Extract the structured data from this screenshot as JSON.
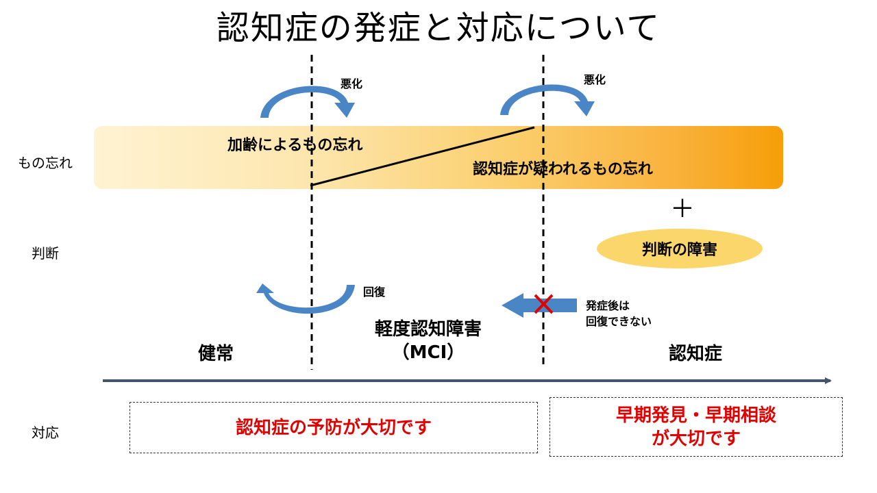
{
  "title": "認知症の発症と対応について",
  "row_labels": {
    "memory": "もの忘れ",
    "judgment": "判断",
    "response": "対応"
  },
  "band": {
    "left_label": "加齢によるもの忘れ",
    "right_label": "認知症が疑われるもの忘れ"
  },
  "arrows": {
    "worsen_1": "悪化",
    "worsen_2": "悪化",
    "recover": "回復",
    "no_recovery": [
      "発症後は",
      "回復できない"
    ]
  },
  "plus": "＋",
  "judgment_impairment": "判断の障害",
  "stages": {
    "healthy": "健常",
    "mci_line1": "軽度認知障害",
    "mci_line2": "（MCI）",
    "dementia": "認知症"
  },
  "responses": {
    "left": "認知症の予防が大切です",
    "right_line1": "早期発見・早期相談",
    "right_line2": "が大切です"
  },
  "colors": {
    "arrow_blue": "#4a86c5",
    "timeline": "#44546a",
    "emphasis_red": "#e00000",
    "band_end": "#f79e08"
  }
}
